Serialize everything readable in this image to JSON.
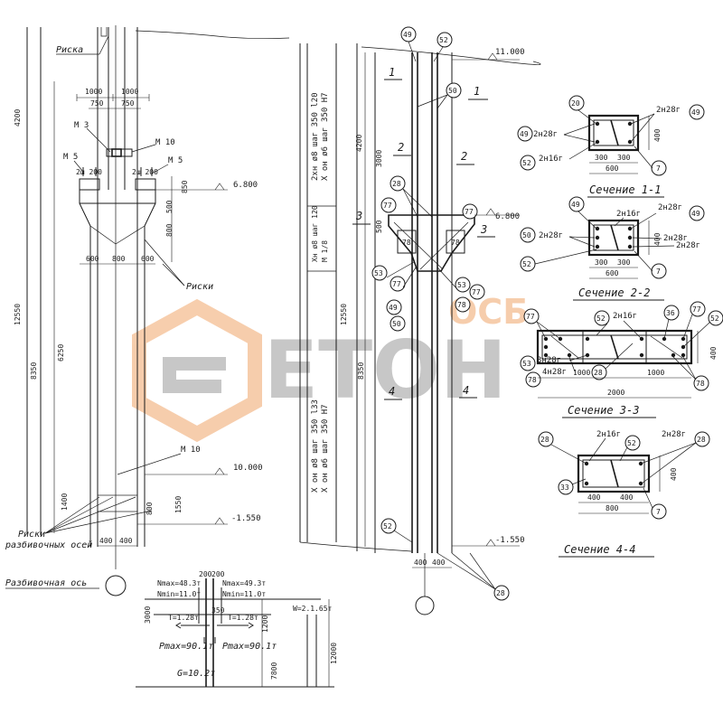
{
  "watermark": {
    "brand": "ЕТОН",
    "tag": "ОСБ",
    "color": "#f0a56a",
    "gray": "#9a9a9a"
  },
  "elevation": {
    "label_riska_top": "Риска",
    "label_riski_mid": "Риски",
    "label_riski_bottom_1": "Риски",
    "label_riski_bottom_2": "разбивочных осей",
    "label_axis": "Разбивочная ось",
    "dim_1000_a": "1000",
    "dim_1000_b": "1000",
    "dim_750_a": "750",
    "dim_750_b": "750",
    "mark_m3": "М 3",
    "mark_m5_a": "М 5",
    "mark_m5_b": "М 5",
    "mark_m10_a": "М 10",
    "mark_m10_b": "М 10",
    "dim_2sh_a": "2ш 200",
    "dim_2sh_b": "2ш 200",
    "dim_850": "850",
    "dim_500": "500",
    "dim_800_v": "800",
    "dim_600_a": "600",
    "dim_800_h": "800",
    "dim_600_b": "600",
    "dim_4200": "4200",
    "dim_12550": "12550",
    "dim_8350": "8350",
    "dim_6250": "6250",
    "dim_1400": "1400",
    "dim_800_low": "800",
    "dim_1550": "1550",
    "dim_400_a": "400",
    "dim_400_b": "400",
    "level_6800": "6.800",
    "level_10000": "10.000",
    "level_m1550": "-1.550"
  },
  "reinforcement": {
    "level_11000": "11.000",
    "level_6800": "6.800",
    "level_m1550": "-1.550",
    "dim_4200": "4200",
    "dim_3000": "3000",
    "dim_500": "500",
    "dim_12550": "12550",
    "dim_8350": "8350",
    "dim_400_a": "400",
    "dim_400_b": "400",
    "note_hoop_1": "2хн ø8 шаг 350 l20",
    "note_hoop_2": "Х он ø6 шаг 350 Н7",
    "note_hoop_3": "Хн ø8 шаг 120",
    "note_hoop_4": "М 1/8",
    "note_hoop_5": "Х он ø8 шаг 350 l33",
    "note_hoop_6": "Х он ø6 шаг 350 Н7",
    "cut_1": "1",
    "cut_2": "2",
    "cut_3": "3",
    "cut_4": "4",
    "b49": "49",
    "b52": "52",
    "b50": "50",
    "b28": "28",
    "b77": "77",
    "b78": "78",
    "b53": "53"
  },
  "sections": {
    "s1": {
      "title": "Сечение 1-1",
      "b49": "49",
      "b52": "52",
      "b20": "20",
      "b7": "7",
      "bar_top_l": "2н28г",
      "bar_top_r": "2н28г",
      "bar_bot": "2н16г",
      "dim_300_a": "300",
      "dim_300_b": "300",
      "dim_600": "600",
      "dim_400": "400"
    },
    "s2": {
      "title": "Сечение 2-2",
      "b49": "49",
      "b50": "50",
      "b52": "52",
      "b7": "7",
      "bar_top_l": "2н28г",
      "bar_top_m": "2н16г",
      "bar_top_r": "2н28г",
      "bar_side_l": "2н28г",
      "bar_side_r": "2н28г",
      "dim_300_a": "300",
      "dim_300_b": "300",
      "dim_600": "600",
      "dim_400": "400"
    },
    "s3": {
      "title": "Сечение 3-3",
      "b77_a": "77",
      "b52": "52",
      "b36": "36",
      "b77_b": "77",
      "b53": "53",
      "b28": "28",
      "b78_a": "78",
      "b78_b": "78",
      "b52_r": "52",
      "bar_top": "2н16г",
      "bar_l1": "3н28г",
      "bar_l2": "4н28г",
      "dim_1000_a": "1000",
      "dim_1000_b": "1000",
      "dim_2000": "2000",
      "dim_400": "400"
    },
    "s4": {
      "title": "Сечение 4-4",
      "b28_a": "28",
      "b52": "52",
      "b28_b": "28",
      "b33": "33",
      "b7": "7",
      "bar_top": "2н16г",
      "bar_r": "2н28г",
      "dim_400_a": "400",
      "dim_400_b": "400",
      "dim_800": "800",
      "dim_400_v": "400"
    }
  },
  "loads": {
    "nmax_l": "Nmax=48.3т",
    "nmin_l": "Nmin=11.0т",
    "nmax_r": "Nmax=49.3т",
    "nmin_r": "Nmin=11.0т",
    "t_l": "T=1.28т",
    "t_r": "T=1.28т",
    "pmax_l": "Pmax=90.1т",
    "pmax_r": "Pmax=90.1т",
    "g_load": "G=10.2т",
    "w_load": "W=2.1.65т",
    "dim_200_a": "200",
    "dim_200_b": "200",
    "dim_350": "350",
    "dim_3000": "3000",
    "dim_1200": "1200",
    "dim_7800": "7800",
    "dim_12000": "12000"
  }
}
